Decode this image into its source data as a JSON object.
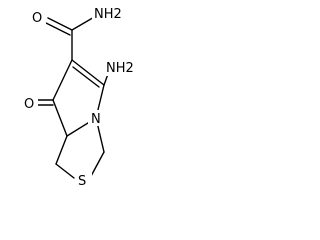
{
  "molecule": {
    "atoms": {
      "nh2_amide": "NH2",
      "nh2_amino": "NH2",
      "o_amide": "O",
      "o_ketone": "O",
      "n_ring": "N",
      "s_ring": "S"
    },
    "colors": {
      "bond": "#000000",
      "label": "#000000",
      "background": "#ffffff"
    }
  }
}
